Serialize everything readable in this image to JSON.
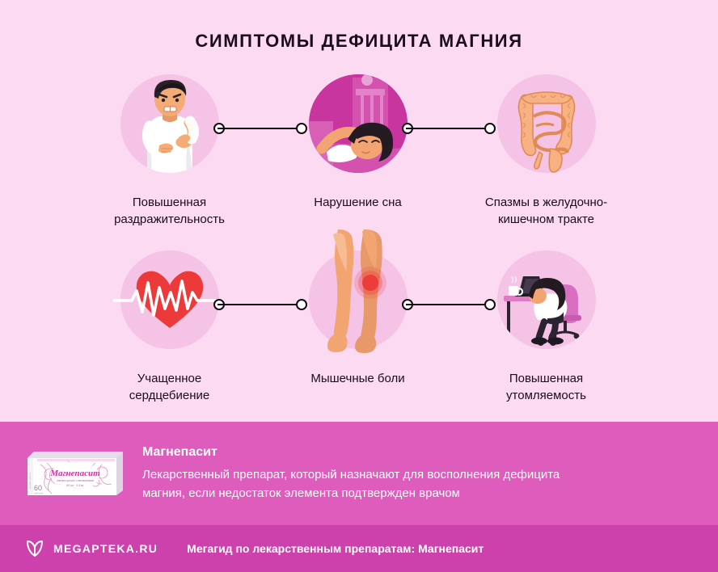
{
  "header": {
    "title": "СИМПТОМЫ ДЕФИЦИТА МАГНИЯ"
  },
  "symptoms": {
    "rows": [
      {
        "cells": [
          {
            "icon": "irritable-man-icon",
            "label_line1": "Повышенная",
            "label_line2": "раздражительность",
            "circle_color": "#f4c3e6"
          },
          {
            "icon": "sleeping-woman-icon",
            "label_line1": "Нарушение сна",
            "label_line2": "",
            "circle_color": "#c8359f"
          },
          {
            "icon": "intestines-icon",
            "label_line1": "Спазмы в желудочно-",
            "label_line2": "кишечном тракте",
            "circle_color": "#f4c3e6"
          }
        ]
      },
      {
        "cells": [
          {
            "icon": "heartbeat-icon",
            "label_line1": "Учащенное",
            "label_line2": "сердцебиение",
            "circle_color": "#f4c3e6"
          },
          {
            "icon": "leg-pain-icon",
            "label_line1": "Мышечные боли",
            "label_line2": "",
            "circle_color": "#f4c3e6"
          },
          {
            "icon": "tired-woman-desk-icon",
            "label_line1": "Повышенная",
            "label_line2": "утомляемость",
            "circle_color": "#f4c3e6"
          }
        ]
      }
    ]
  },
  "banner": {
    "product_name": "Магнепасит",
    "description_line1": "Лекарственный препарат, который назначают для восполнения дефицита",
    "description_line2": "магния, если недостаток элемента подтвержден врачом",
    "pack_label": "Магнепасит",
    "pack_count": "60",
    "background": "#de5cbc"
  },
  "footer": {
    "logo_name": "MEGAPTEKA.RU",
    "caption": "Мегагид по лекарственным препаратам: Магнепасит",
    "background": "#cd41ad"
  },
  "colors": {
    "page_background": "#fbdaf2",
    "text": "#1b0d1b",
    "circle_light": "#f4c3e6",
    "circle_dark": "#c8359f",
    "accent_red": "#ec3a3a",
    "skin": "#f2a571",
    "organ": "#f5a876"
  }
}
